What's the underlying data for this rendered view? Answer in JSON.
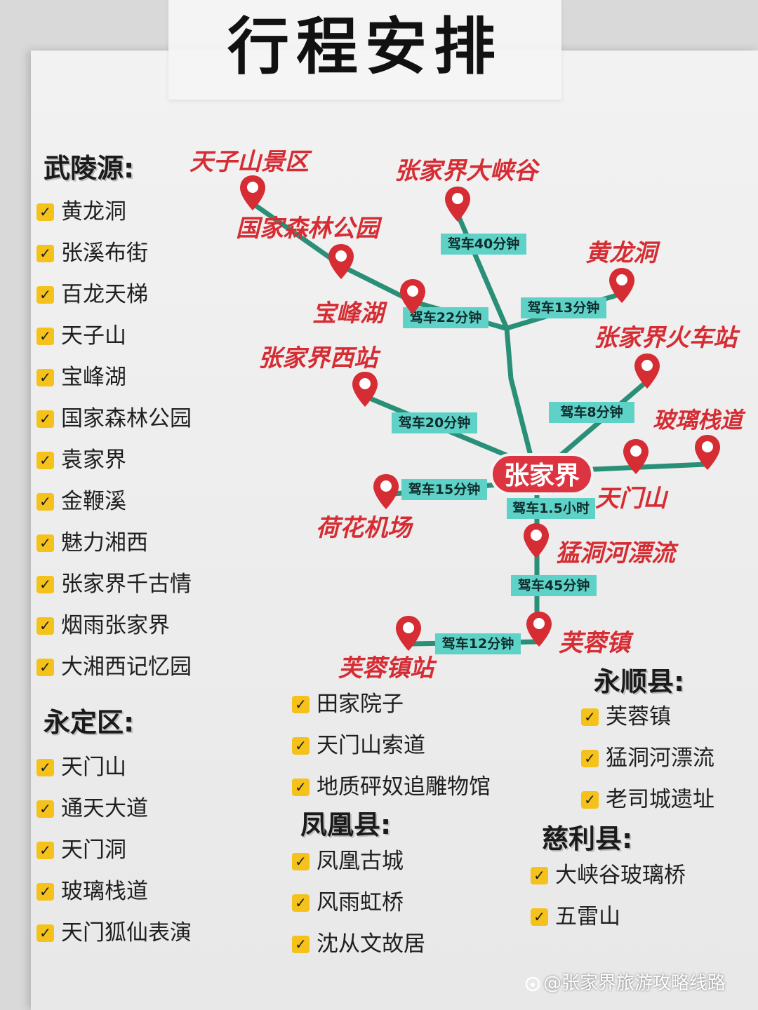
{
  "title": "行程安排",
  "colors": {
    "route": "#2a8f77",
    "pin": "#d62c33",
    "hub": "#dd3441",
    "label_bg": "#5fd2c8",
    "checkbox": "#f4c21a"
  },
  "map": {
    "hub": "张家界",
    "places": {
      "tianzishan": "天子山景区",
      "senlin": "国家森林公园",
      "baofeng": "宝峰湖",
      "daxiagu": "张家界大峡谷",
      "huanglong": "黄龙洞",
      "huochezhan": "张家界火车站",
      "xizhan": "张家界西站",
      "boli": "玻璃栈道",
      "tianmen": "天门山",
      "hehua": "荷花机场",
      "mengdong": "猛洞河漂流",
      "furong": "芙蓉镇",
      "furongzhan": "芙蓉镇站"
    },
    "drives": {
      "d40": "驾车40分钟",
      "d22": "驾车22分钟",
      "d13": "驾车13分钟",
      "d8": "驾车8分钟",
      "d20": "驾车20分钟",
      "d15": "驾车15分钟",
      "d15h": "驾车1.5小时",
      "d45": "驾车45分钟",
      "d12": "驾车12分钟"
    }
  },
  "sections": {
    "wulingyuan": {
      "heading": "武陵源:",
      "items": [
        "黄龙洞",
        "张溪布街",
        "百龙天梯",
        "天子山",
        "宝峰湖",
        "国家森林公园",
        "袁家界",
        "金鞭溪",
        "魅力湘西",
        "张家界千古情",
        "烟雨张家界",
        "大湘西记忆园"
      ]
    },
    "yongding": {
      "heading": "永定区:",
      "items": [
        "天门山",
        "通天大道",
        "天门洞",
        "玻璃栈道",
        "天门狐仙表演"
      ]
    },
    "middle": {
      "items": [
        "田家院子",
        "天门山索道",
        "地质砰奴追雕物馆"
      ]
    },
    "fenghuang": {
      "heading": "凤凰县:",
      "items": [
        "凤凰古城",
        "风雨虹桥",
        "沈从文故居"
      ]
    },
    "yongshun": {
      "heading": "永顺县:",
      "items": [
        "芙蓉镇",
        "猛洞河漂流",
        "老司城遗址"
      ]
    },
    "cili": {
      "heading": "慈利县:",
      "items": [
        "大峡谷玻璃桥",
        "五雷山"
      ]
    }
  },
  "watermark": "@张家界旅游攻略线路"
}
